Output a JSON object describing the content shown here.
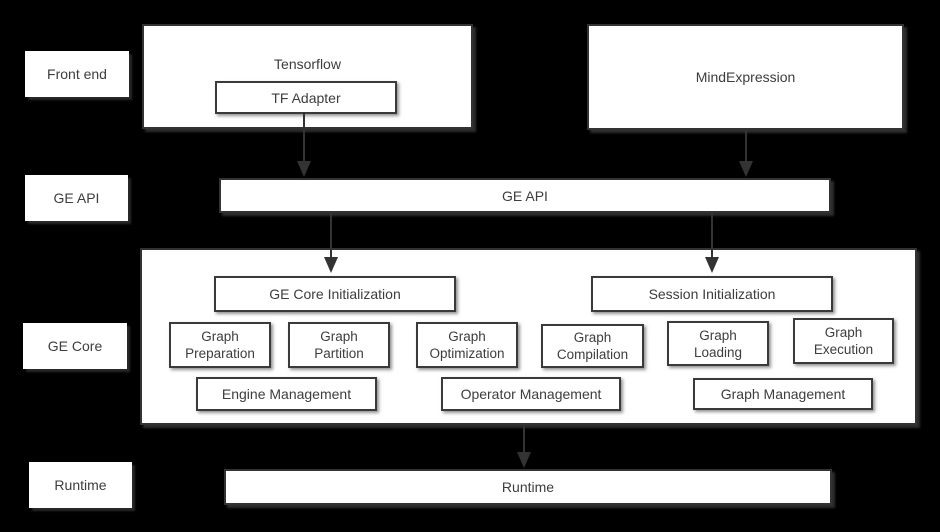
{
  "colors": {
    "background": "#000000",
    "box_fill": "#ffffff",
    "border": "#333333",
    "text": "#3d3d3d",
    "arrow": "#333333"
  },
  "side_labels": {
    "front_end": "Front end",
    "ge_api": "GE API",
    "ge_core": "GE Core",
    "runtime": "Runtime"
  },
  "front_end": {
    "tensorflow": "Tensorflow",
    "tf_adapter": "TF Adapter",
    "mind_expression": "MindExpression"
  },
  "ge_api": {
    "label": "GE API"
  },
  "ge_core": {
    "ge_core_initialization": "GE Core Initialization",
    "session_initialization": "Session Initialization",
    "stages": [
      "Graph Preparation",
      "Graph Partition",
      "Graph Optimization",
      "Graph Compilation",
      "Graph Loading",
      "Graph Execution"
    ],
    "management": [
      "Engine Management",
      "Operator Management",
      "Graph Management"
    ]
  },
  "runtime": {
    "label": "Runtime"
  }
}
